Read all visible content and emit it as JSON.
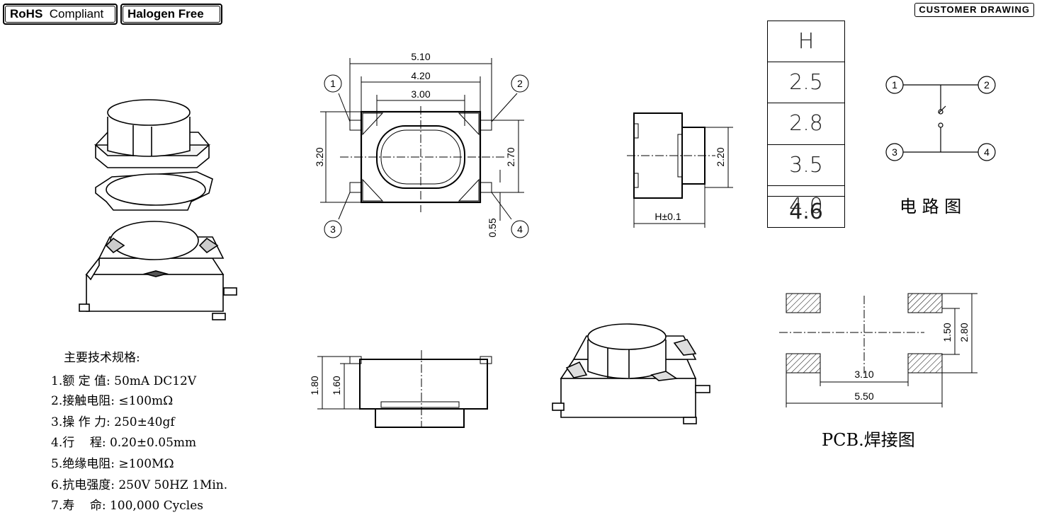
{
  "badges": {
    "rohs_bold": "RoHS",
    "rohs_text": "Compliant",
    "halogen": "Halogen Free"
  },
  "customer_drawing": "CUSTOMER DRAWING",
  "specs": {
    "title": "主要技术规格:",
    "lines": [
      "1.额 定 值: 50mA DC12V",
      "2.接触电阻: ≤100mΩ",
      "3.操 作 力: 250±40gf",
      "4.行    程: 0.20±0.05mm",
      "5.绝缘电阻: ≥100MΩ",
      "6.抗电强度: 250V 50HZ 1Min.",
      "7.寿    命: 100,000 Cycles"
    ]
  },
  "top_view": {
    "dim_510": "5.10",
    "dim_420": "4.20",
    "dim_300": "3.00",
    "dim_320": "3.20",
    "dim_270": "2.70",
    "dim_055": "0.55",
    "pin1": "1",
    "pin2": "2",
    "pin3": "3",
    "pin4": "4"
  },
  "side_view": {
    "dim_220": "2.20",
    "dim_h": "H±0.1"
  },
  "front_view": {
    "dim_180": "1.80",
    "dim_160": "1.60"
  },
  "height_table": {
    "header": "H",
    "values": [
      "2.5",
      "2.8",
      "3.5",
      "4.0",
      "4.6"
    ]
  },
  "circuit": {
    "pin1": "1",
    "pin2": "2",
    "pin3": "3",
    "pin4": "4",
    "caption": "电 路 图"
  },
  "pcb": {
    "dim_150": "1.50",
    "dim_280": "2.80",
    "dim_310": "3.10",
    "dim_550": "5.50",
    "caption": "PCB.焊接图"
  }
}
